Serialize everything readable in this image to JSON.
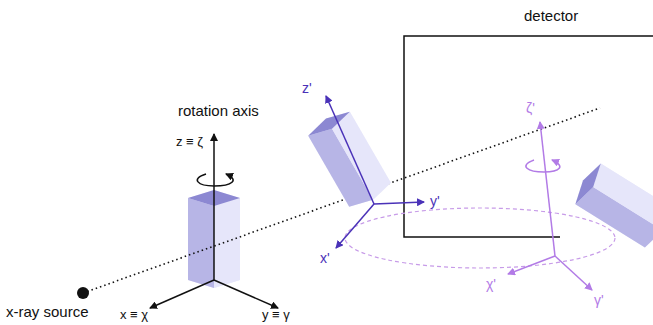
{
  "diagram": {
    "labels": [
      "detector",
      "rotation axis",
      "z ≡ ζ",
      "z'",
      "ζ'",
      "y'",
      "x'",
      "χ'",
      "γ'",
      "x-ray source",
      "x ≡ χ",
      "y ≡ γ"
    ]
  }
}
